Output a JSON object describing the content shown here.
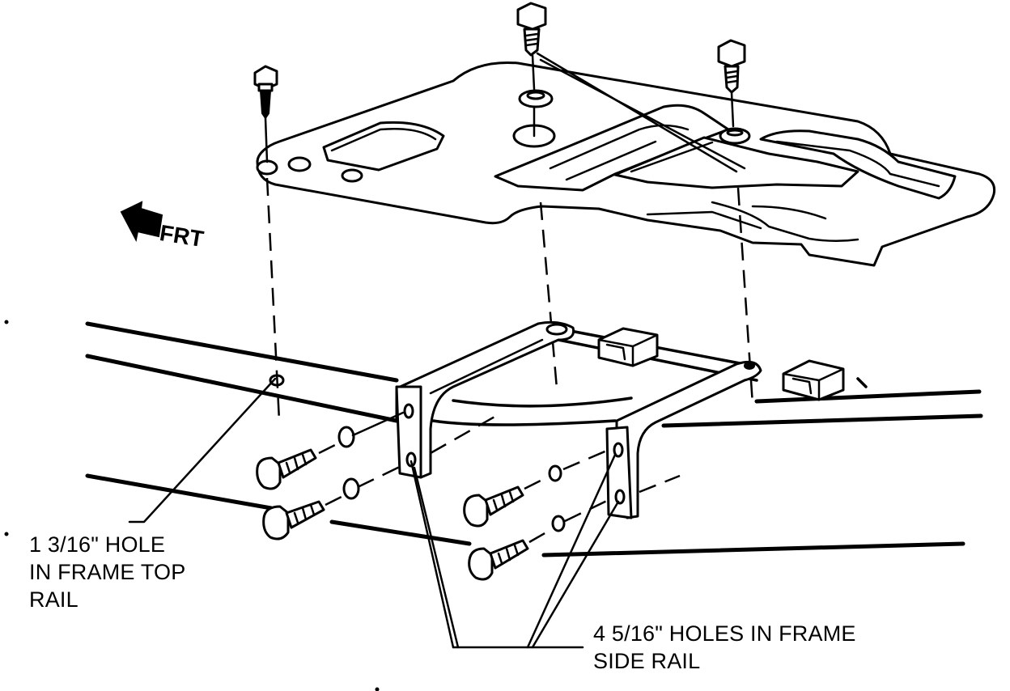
{
  "direction_indicator": {
    "label": "FRT"
  },
  "callouts": {
    "top_rail_hole": {
      "lines": [
        "1 3/16\" HOLE",
        "IN FRAME TOP",
        "RAIL"
      ]
    },
    "side_rail_holes": {
      "lines": [
        "4 5/16\" HOLES IN FRAME",
        "SIDE RAIL"
      ]
    }
  },
  "colors": {
    "ink": "#000000",
    "paper": "#ffffff"
  }
}
